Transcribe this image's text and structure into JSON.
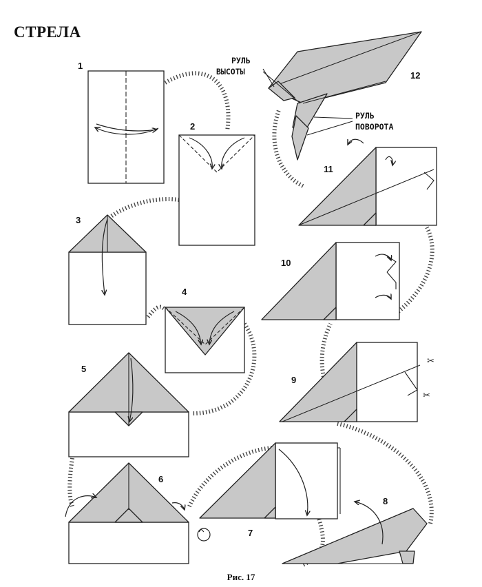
{
  "title": "СТРЕЛА",
  "caption": "Рис. 17",
  "steps": [
    "1",
    "2",
    "3",
    "4",
    "5",
    "6",
    "7",
    "8",
    "9",
    "10",
    "11",
    "12"
  ],
  "labels": {
    "elevator_line1": "РУЛЬ",
    "elevator_line2": "ВЫСОТЫ",
    "rudder_line1": "РУЛЬ",
    "rudder_line2": "ПОВОРОТА"
  },
  "colors": {
    "shade": "#c8c8c8",
    "ink": "#222222"
  }
}
